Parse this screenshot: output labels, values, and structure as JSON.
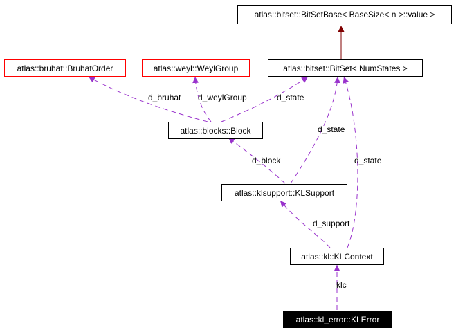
{
  "colors": {
    "derivation": "#800000",
    "usage": "#9932cc",
    "undocumented_border": "#ff0000",
    "current_fill": "#000000"
  },
  "nodes": {
    "bitsetbase": "atlas::bitset::BitSetBase< BaseSize< n >::value >",
    "bruhat": "atlas::bruhat::BruhatOrder",
    "weylgroup": "atlas::weyl::WeylGroup",
    "bitset": "atlas::bitset::BitSet< NumStates >",
    "block": "atlas::blocks::Block",
    "klsupport": "atlas::klsupport::KLSupport",
    "klcontext": "atlas::kl::KLContext",
    "klerror": "atlas::kl_error::KLError"
  },
  "edge_labels": {
    "d_bruhat": "d_bruhat",
    "d_weylGroup": "d_weylGroup",
    "block_d_state": "d_state",
    "klsupport_d_state": "d_state",
    "d_block": "d_block",
    "klcontext_d_state": "d_state",
    "d_support": "d_support",
    "klc": "klc"
  }
}
